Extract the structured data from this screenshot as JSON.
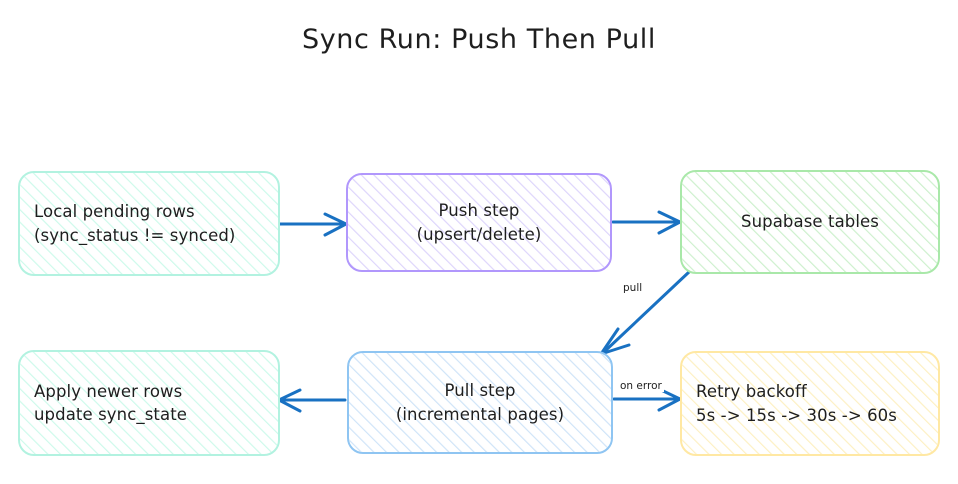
{
  "title": "Sync Run: Push Then Pull",
  "theme": {
    "background": "#ffffff",
    "text": "#1e1e1e",
    "arrow": "#1971c2",
    "green_stroke": "#a5f3d0",
    "green_fill": "#cdfaeb",
    "mint_stroke": "#b2f2e0",
    "purple_stroke": "#b197fc",
    "purple_fill": "#d9d0fb",
    "leaf_stroke": "#a9e8a9",
    "leaf_fill": "#cdf0cd",
    "blue_stroke": "#8fc5f2",
    "blue_fill": "#c3dff7",
    "yellow_stroke": "#ffe8a3",
    "yellow_fill": "#fff3c4"
  },
  "nodes": [
    {
      "id": "local-pending-rows",
      "label": "Local pending rows\n(sync_status != synced)",
      "align": "left",
      "color": "mint"
    },
    {
      "id": "push-step",
      "label": "Push step\n(upsert/delete)",
      "align": "center",
      "color": "purple"
    },
    {
      "id": "supabase-tables",
      "label": "Supabase tables",
      "align": "center",
      "color": "leaf"
    },
    {
      "id": "apply-newer-rows",
      "label": "Apply newer rows\nupdate sync_state",
      "align": "left",
      "color": "mint"
    },
    {
      "id": "pull-step",
      "label": "Pull step\n(incremental pages)",
      "align": "center",
      "color": "blue"
    },
    {
      "id": "retry-backoff",
      "label": "Retry backoff\n5s -> 15s -> 30s -> 60s",
      "align": "left",
      "color": "yellow"
    }
  ],
  "edges": [
    {
      "id": "local-to-push",
      "label": "",
      "from": "local-pending-rows",
      "to": "push-step"
    },
    {
      "id": "push-to-supabase",
      "label": "",
      "from": "push-step",
      "to": "supabase-tables"
    },
    {
      "id": "supabase-to-pull",
      "label": "pull",
      "from": "supabase-tables",
      "to": "pull-step"
    },
    {
      "id": "pull-to-apply",
      "label": "",
      "from": "pull-step",
      "to": "apply-newer-rows"
    },
    {
      "id": "pull-to-retry",
      "label": "on error",
      "from": "pull-step",
      "to": "retry-backoff"
    }
  ]
}
